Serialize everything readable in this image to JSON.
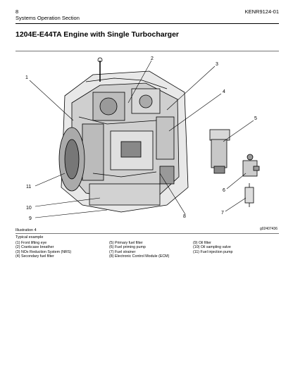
{
  "header": {
    "page_number": "8",
    "section": "Systems Operation Section",
    "doc_id": "KENR9124-01"
  },
  "title": "1204E-E44TA Engine with Single Turbocharger",
  "figure": {
    "callouts": [
      "1",
      "2",
      "3",
      "4",
      "5",
      "6",
      "7",
      "8",
      "9",
      "10",
      "11"
    ],
    "graphic_id": "g02407436",
    "caption": "Illustration 4",
    "typical": "Typical example"
  },
  "legend": {
    "col1": [
      "(1) Front lifting eye",
      "(2) Crankcase breather",
      "(3) NOx Reduction System (NRS)",
      "(4) Secondary fuel filter"
    ],
    "col2": [
      "(5) Primary fuel filter",
      "(6) Fuel priming pump",
      "(7) Fuel strainer",
      "(8) Electronic Control Module (ECM)"
    ],
    "col3": [
      "(9) Oil filter",
      "(10) Oil sampling valve",
      "(11) Fuel injection pump"
    ]
  }
}
